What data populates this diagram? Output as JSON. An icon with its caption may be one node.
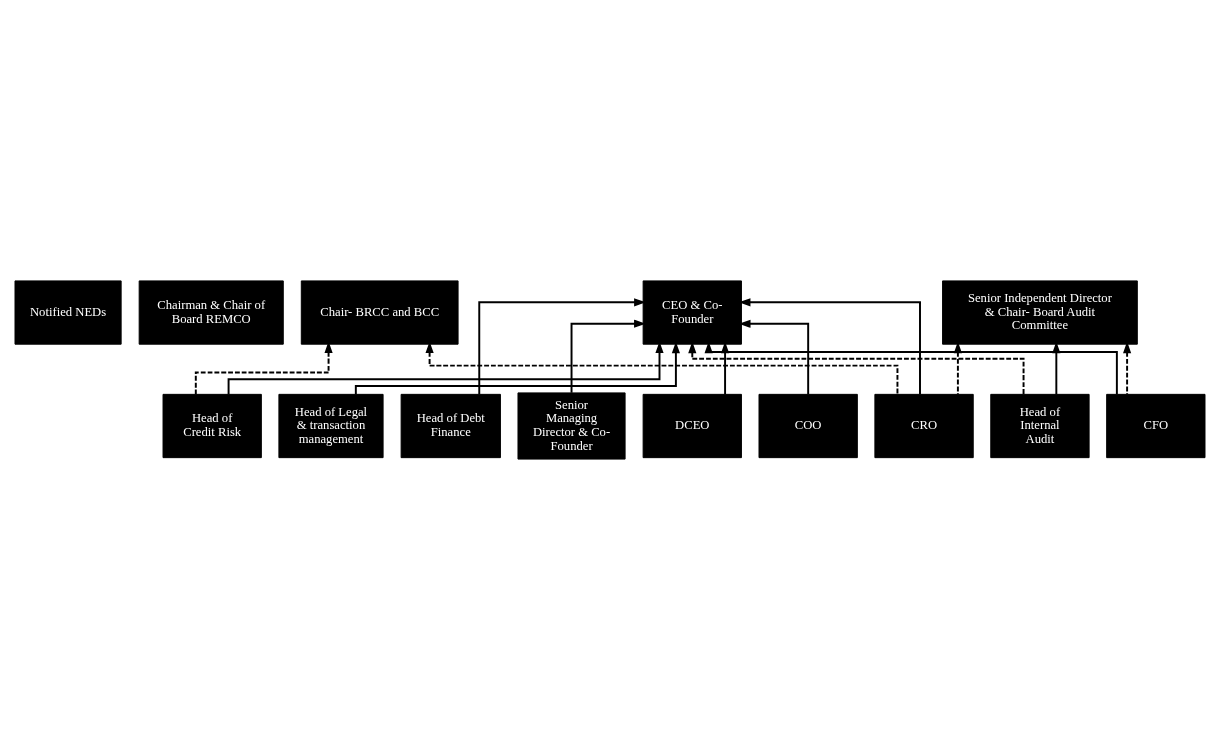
{
  "diagram": {
    "nodes": [
      {
        "text": [
          "Notified NEDs"
        ]
      },
      {
        "text": [
          "Chairman & Chair of Board REMCO"
        ]
      },
      {
        "text": [
          "Chair- BRCC and BCC"
        ]
      },
      {
        "text": [
          "Senior Independent Director & Chair- Board Audit Committee"
        ]
      },
      {
        "text": [
          "CEO & Co-Founder"
        ]
      },
      {
        "text": [
          "Senior Managing Director & Co-Founder"
        ]
      },
      {
        "text": [
          "DCEO"
        ]
      },
      {
        "text": [
          "CFO"
        ]
      },
      {
        "text": [
          "COO"
        ]
      },
      {
        "text": [
          "Head of Legal & transaction management"
        ]
      },
      {
        "text": [
          "Head of Debt Finance"
        ]
      },
      {
        "text": [
          "Head of Credit Risk"
        ]
      },
      {
        "text": [
          "CRO"
        ]
      },
      {
        "text": [
          "Head of Internal Audit"
        ]
      }
    ],
    "edges": [
      {
        "from": 5,
        "to": 4,
        "arrow": "to"
      },
      {
        "from": 6,
        "to": 4,
        "arrow": "to"
      },
      {
        "from": 7,
        "to": 4,
        "arrow": "to"
      },
      {
        "from": 8,
        "to": 4,
        "arrow": "to"
      },
      {
        "from": 9,
        "to": 4,
        "arrow": "to"
      },
      {
        "from": 10,
        "to": 4,
        "arrow": "to"
      },
      {
        "from": 11,
        "to": 4,
        "arrow": "to"
      },
      {
        "from": 12,
        "to": 4,
        "arrow": "to"
      },
      {
        "from": 11,
        "to": 2,
        "arrow": "to",
        "style": "dashed"
      },
      {
        "from": 12,
        "to": 2,
        "arrow": "to",
        "style": "dashed"
      },
      {
        "from": 12,
        "to": 3,
        "arrow": "to",
        "style": "dashed"
      },
      {
        "from": 7,
        "to": 3,
        "arrow": "to",
        "style": "dashed"
      },
      {
        "from": 13,
        "to": 3,
        "arrow": "to"
      },
      {
        "from": 13,
        "to": 4,
        "arrow": "to",
        "style": "dashed"
      }
    ]
  }
}
